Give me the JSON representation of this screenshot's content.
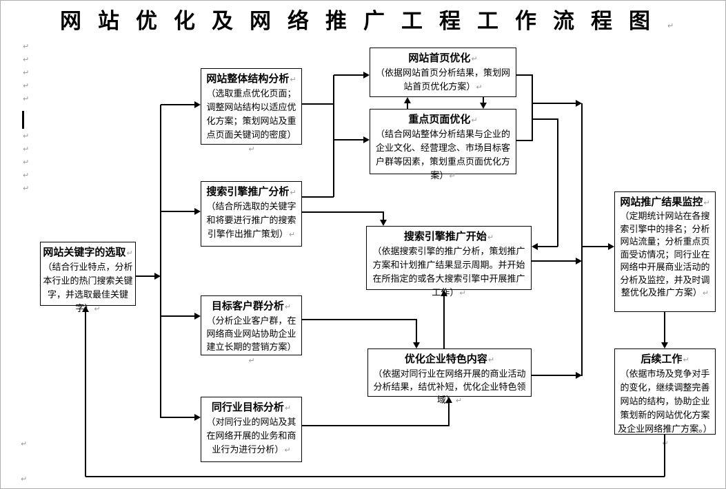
{
  "page_title": "网站优化及网络推广工程工作流程图",
  "marks": {
    "pilcrow": "↵"
  },
  "colors": {
    "line": "#000000",
    "box_border": "#000000",
    "mark_gray": "#999999",
    "background": "#ffffff"
  },
  "boxes": {
    "keywords": {
      "title": "网站关键字的选取",
      "body": "（结合行业特点，分析本行业的热门搜索关键字，并选取最佳关键字）"
    },
    "structure": {
      "title": "网站整体结构分析",
      "body": "（选取重点优化页面；调整网站结构以适应优化方案；策划网站及重点页面关键词的密度）"
    },
    "engine_analysis": {
      "title": "搜索引擎推广分析",
      "body": "（结合所选取的关键字和将要进行推广的搜索引擎作出推广策划）"
    },
    "customers": {
      "title": "目标客户群分析",
      "body": "（分析企业客户群，在网络商业网站协助企业建立长期的营销方案）"
    },
    "industry": {
      "title": "同行业目标分析",
      "body": "（对同行业的网站及其在网络开展的业务和商业行为进行分析）"
    },
    "homepage": {
      "title": "网站首页优化",
      "body": "（依据网站首页分析结果，策划网站首页优化方案）"
    },
    "keypages": {
      "title": "重点页面优化",
      "body": "（结合网站整体分析结果与企业的企业文化、经营理念、市场目标客户群等因素，策划重点页面优化方案）"
    },
    "promo_start": {
      "title": "搜索引擎推广开始",
      "body": "（依据搜索引擎的推广分析，策划推广方案和计划推广结果显示周期。并开始在所指定的或各大搜索引擎中开展推广工作）"
    },
    "feature_content": {
      "title": "优化企业特色内容",
      "body": "（依据对同行业在网络开展的商业活动分析结果，结优补短，优化企业特色领域）"
    },
    "monitor": {
      "title": "网站推广结果监控",
      "body": "（定期统计网站在各搜索引擎中的排名；分析网站流量；分析重点页面受访情况；同行业在网络中开展商业活动的分析及监控，并及时调整优化及推广方案）"
    },
    "followup": {
      "title": "后续工作",
      "body": "（依据市场及竞争对手的变化，继续调整完善网站的结构，协助企业策划新的网站优化方案及企业网络推广方案。）"
    }
  }
}
